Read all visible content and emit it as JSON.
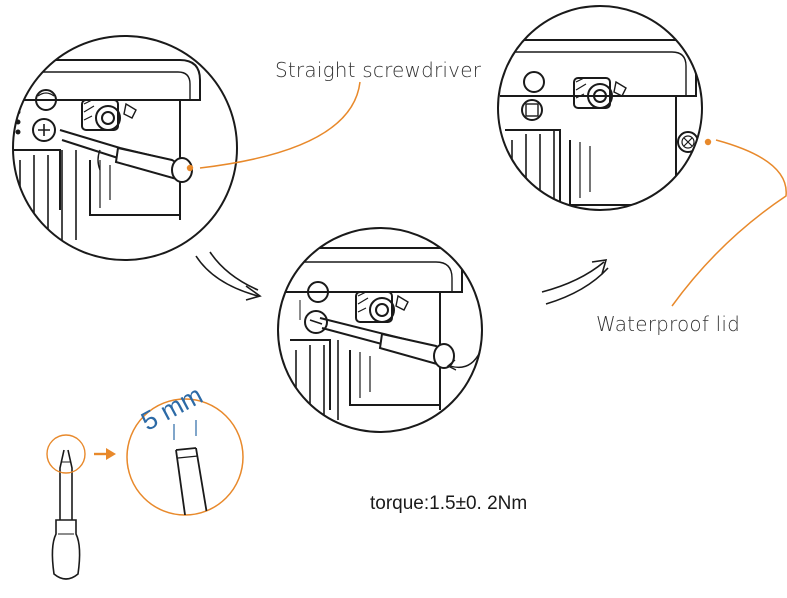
{
  "labels": {
    "straight_screwdriver": "Straight screwdriver",
    "waterproof_lid": "Waterproof lid",
    "torque": "torque:1.5±0. 2Nm",
    "blade_width": "5 mm"
  },
  "colors": {
    "accent": "#e8892b",
    "line": "#1a1a1a",
    "dimension_text": "#2c6aa6"
  },
  "steps": [
    {
      "name": "step-1",
      "icon": "screwdriver-on-lid"
    },
    {
      "name": "step-2",
      "icon": "unscrewing-lid"
    },
    {
      "name": "step-3",
      "icon": "lid-removed"
    }
  ]
}
